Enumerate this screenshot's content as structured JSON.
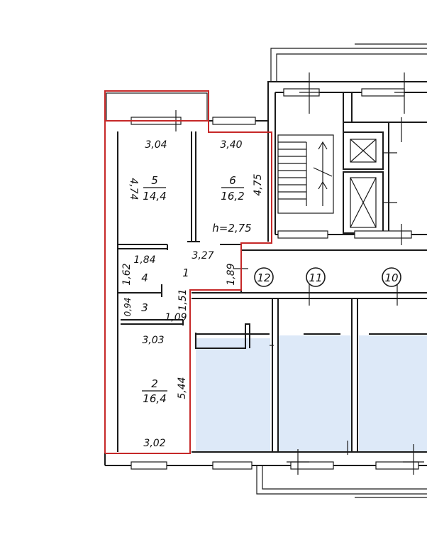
{
  "plan": {
    "ceiling_height": "h=2,75",
    "rooms": [
      {
        "id": "room-5",
        "number": "5",
        "area": "14,4"
      },
      {
        "id": "room-6",
        "number": "6",
        "area": "16,2"
      },
      {
        "id": "room-1",
        "number": "1",
        "area": ""
      },
      {
        "id": "room-4",
        "number": "4",
        "area": ""
      },
      {
        "id": "room-3",
        "number": "3",
        "area": ""
      },
      {
        "id": "room-2",
        "number": "2",
        "area": "16,4"
      }
    ],
    "dimensions": {
      "room5_width": "3,04",
      "room6_width": "3,40",
      "room5_depth": "4,74",
      "room6_depth": "4,75",
      "hall_width": "3,27",
      "room4_width": "1,84",
      "room4_depth": "1,62",
      "hall_depth": "1,89",
      "room3_depth": "0,94",
      "corridor_depth": "1,51",
      "room3_width": "1,09",
      "room2_width_top": "3,03",
      "room2_depth": "5,44",
      "room2_width_bottom": "3,02"
    },
    "axes": [
      "12",
      "11",
      "10"
    ],
    "colors": {
      "highlight": "#c62828",
      "wall": "#1a1a1a",
      "adjacent_fill": "#dde9f8"
    }
  }
}
